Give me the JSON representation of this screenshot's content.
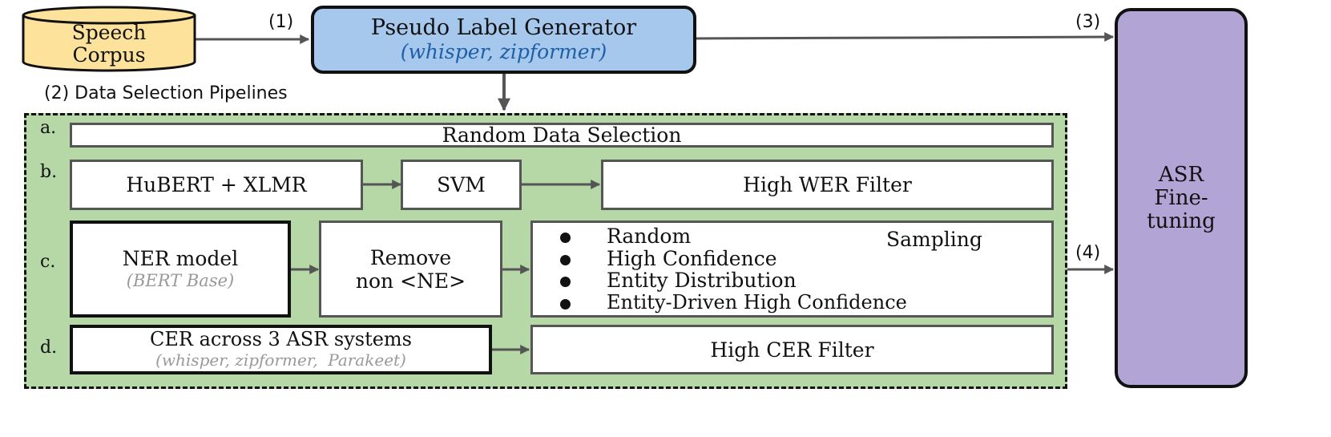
{
  "speech_corpus": {
    "line1": "Speech",
    "line2": "Corpus"
  },
  "generator": {
    "title": "Pseudo Label Generator",
    "subtitle": "(whisper, zipformer)"
  },
  "steps": {
    "s1": "(1)",
    "s2": "(2) Data Selection Pipelines",
    "s3": "(3)",
    "s4": "(4)"
  },
  "asr": {
    "line1": "ASR",
    "line2": "Fine-",
    "line3": "tuning"
  },
  "pipelines": {
    "a": {
      "label": "a.",
      "box": "Random Data Selection"
    },
    "b": {
      "label": "b.",
      "features": "HuBERT + XLMR",
      "classifier": "SVM",
      "filter": "High WER Filter"
    },
    "c": {
      "label": "c.",
      "ner_title": "NER model",
      "ner_subtitle": "(BERT Base)",
      "remove_line1": "Remove",
      "remove_line2": "non <NE>",
      "strategies": [
        "Random",
        "High Confidence",
        "Entity Distribution",
        "Entity-Driven High Confidence"
      ],
      "sampling": "Sampling"
    },
    "d": {
      "label": "d.",
      "cer_title": "CER across 3 ASR systems",
      "cer_subtitle": "(whisper, zipformer,  Parakeet)",
      "filter": "High CER Filter"
    }
  },
  "colors": {
    "corpus_fill": "#fde29c",
    "generator_fill": "#a5c8ec",
    "pipeline_fill": "#b5d8a6",
    "asr_fill": "#b3a4d6",
    "arrow": "#555555",
    "subtitle_blue": "#1f5fa8",
    "subtitle_gray": "#999999"
  }
}
